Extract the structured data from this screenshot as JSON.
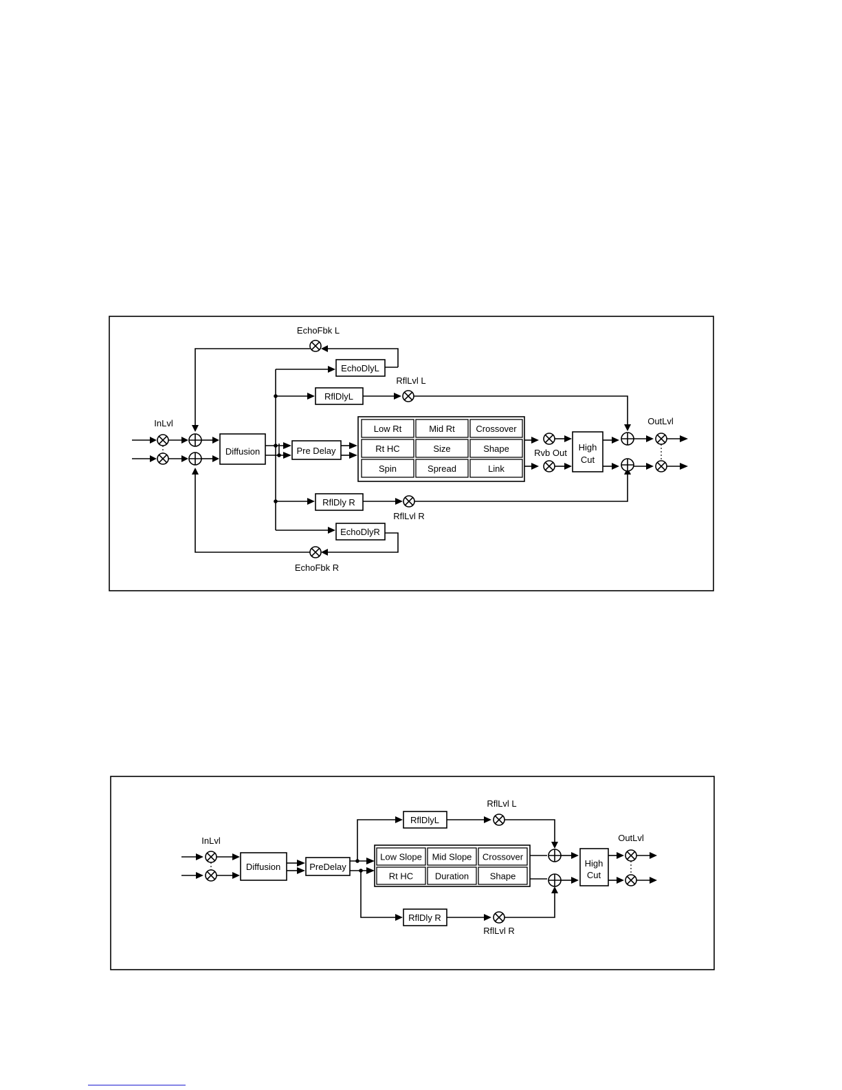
{
  "diagram1": {
    "labels": {
      "echo_fbk_l": "EchoFbk L",
      "echo_fbk_r": "EchoFbk R",
      "echo_dly_l": "EchoDlyL",
      "echo_dly_r": "EchoDlyR",
      "rfl_dly_l": "RflDlyL",
      "rfl_dly_r": "RflDly R",
      "rfl_lvl_l": "RflLvl L",
      "rfl_lvl_r": "RflLvl R",
      "in_lvl": "InLvl",
      "diffusion": "Diffusion",
      "pre_delay": "Pre Delay",
      "rvb_out": "Rvb Out",
      "high_cut": [
        "High",
        "Cut"
      ],
      "out_lvl": "OutLvl"
    },
    "params": [
      [
        "Low Rt",
        "Mid Rt",
        "Crossover"
      ],
      [
        "Rt HC",
        "Size",
        "Shape"
      ],
      [
        "Spin",
        "Spread",
        "Link"
      ]
    ]
  },
  "diagram2": {
    "labels": {
      "in_lvl": "InLvl",
      "diffusion": "Diffusion",
      "pre_delay": "PreDelay",
      "rfl_dly_l": "RflDlyL",
      "rfl_dly_r": "RflDly R",
      "rfl_lvl_l": "RflLvl L",
      "rfl_lvl_r": "RflLvl R",
      "high_cut": [
        "High",
        "Cut"
      ],
      "out_lvl": "OutLvl"
    },
    "params": [
      [
        "Low Slope",
        "Mid Slope",
        "Crossover"
      ],
      [
        "Rt HC",
        "Duration",
        "Shape"
      ]
    ]
  }
}
